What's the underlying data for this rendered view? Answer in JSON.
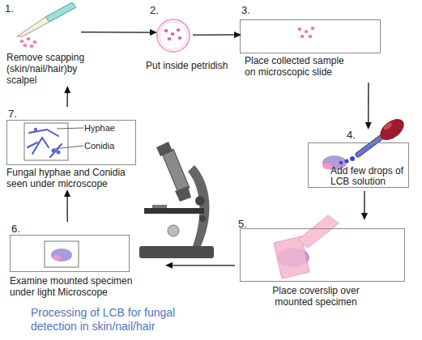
{
  "diagram": {
    "caption": "Processing of LCB for fungal detection in skin/nail/hair",
    "nodes": [
      {
        "text": [
          "1.",
          "Remove scapping (skin/nail/hair)by scalpel"
        ]
      },
      {
        "text": [
          "2.",
          "Put inside petridish"
        ]
      },
      {
        "text": [
          "3.",
          "Place collected sample on microscopic slide"
        ]
      },
      {
        "text": [
          "4.",
          "Add few drops of LCB solution"
        ]
      },
      {
        "text": [
          "5.",
          "Place coverslip over mounted specimen"
        ]
      },
      {
        "text": [
          "6.",
          "Examine mounted specimen under light Microscope"
        ]
      },
      {
        "text": [
          "7.",
          "Fungal hyphae and Conidia seen under microscope"
        ]
      }
    ],
    "edges": [
      {
        "from": 0,
        "to": 1,
        "arrow": "to"
      },
      {
        "from": 1,
        "to": 2,
        "arrow": "to"
      },
      {
        "from": 2,
        "to": 3,
        "arrow": "to"
      },
      {
        "from": 3,
        "to": 4,
        "arrow": "to"
      },
      {
        "from": 4,
        "to": 5,
        "arrow": "to"
      },
      {
        "from": 5,
        "to": 6,
        "arrow": "to"
      },
      {
        "from": 6,
        "to": 0,
        "arrow": "to"
      }
    ],
    "labels": [
      "Hyphae",
      "Conidia"
    ]
  }
}
